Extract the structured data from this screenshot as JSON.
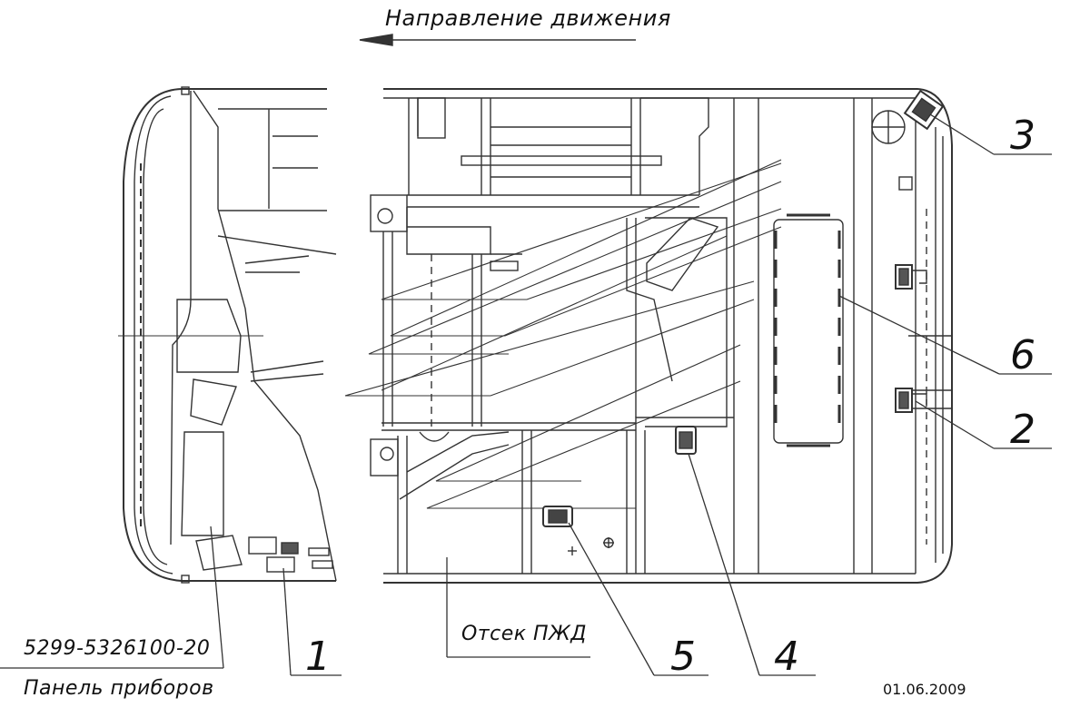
{
  "header": {
    "direction_label": "Направление движения"
  },
  "callouts": [
    {
      "num": "1"
    },
    {
      "num": "2"
    },
    {
      "num": "3"
    },
    {
      "num": "4"
    },
    {
      "num": "5"
    },
    {
      "num": "6"
    }
  ],
  "part": {
    "number": "5299-5326100-20",
    "name": "Панель приборов"
  },
  "compartment_label": "Отсек ПЖД",
  "date": "01.06.2009",
  "colors": {
    "line": "#333333",
    "background": "#ffffff"
  }
}
